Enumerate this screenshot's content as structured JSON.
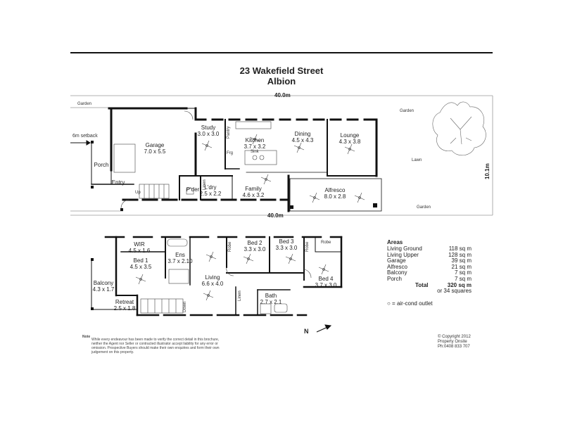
{
  "header": {
    "line1": "23 Wakefield Street",
    "line2": "Albion"
  },
  "ground": {
    "frontage_top": "40.0m",
    "frontage_bottom": "40.0m",
    "side_width": "10.1m",
    "setback": "6m setback",
    "outdoor": {
      "garden_left": "Garden",
      "garden_right": "Garden",
      "lawn": "Lawn",
      "garden_bottom": "Garden"
    },
    "rooms": [
      {
        "name": "Garage",
        "dims": "7.0 x 5.5"
      },
      {
        "name": "Study",
        "dims": "3.0 x 3.0"
      },
      {
        "name": "Kitchen",
        "dims": "3.7 x 3.2"
      },
      {
        "name": "Dining",
        "dims": "4.5 x 4.3"
      },
      {
        "name": "Lounge",
        "dims": "4.3 x 3.8"
      },
      {
        "name": "Porch",
        "dims": ""
      },
      {
        "name": "Entry",
        "dims": ""
      },
      {
        "name": "P'der",
        "dims": ""
      },
      {
        "name": "L'dry",
        "dims": "2.5 x 2.2"
      },
      {
        "name": "Family",
        "dims": "4.6 x 3.2"
      },
      {
        "name": "Alfresco",
        "dims": "8.0 x 2.8"
      }
    ],
    "fixtures": {
      "pantry": "Pantry",
      "fridge": "Frg",
      "sink": "Sink",
      "linen": "Linen",
      "up": "Up"
    }
  },
  "upper": {
    "rooms": [
      {
        "name": "WIR",
        "dims": "4.5 x 1.6"
      },
      {
        "name": "Bed 1",
        "dims": "4.5 x 3.5"
      },
      {
        "name": "Ens",
        "dims": "3.7 x 2.10"
      },
      {
        "name": "Living",
        "dims": "6.6 x 4.0"
      },
      {
        "name": "Bed 2",
        "dims": "3.3 x 3.0"
      },
      {
        "name": "Bed 3",
        "dims": "3.3 x 3.0"
      },
      {
        "name": "Bed 4",
        "dims": "3.7 x 3.0"
      },
      {
        "name": "Balcony",
        "dims": "4.3 x 1.7"
      },
      {
        "name": "Retreat",
        "dims": "2.5 x 1.8"
      },
      {
        "name": "Bath",
        "dims": "2.7 x 2.1"
      }
    ],
    "fixtures": {
      "robe1": "Robe",
      "robe2": "Robe",
      "robe3": "Robe",
      "linen": "Linen",
      "down": "Down"
    }
  },
  "areas": {
    "heading": "Areas",
    "rows": [
      {
        "label": "Living Ground",
        "value": "118 sq m"
      },
      {
        "label": "Living Upper",
        "value": "128 sq m"
      },
      {
        "label": "Garage",
        "value": "39 sq m"
      },
      {
        "label": "Alfresco",
        "value": "21 sq m"
      },
      {
        "label": "Balcony",
        "value": "7 sq m"
      },
      {
        "label": "Porch",
        "value": "7 sq m"
      }
    ],
    "total_label": "Total",
    "total_value": "320 sq m",
    "squares": "or 34 squares",
    "legend": "○ = air-cond outlet"
  },
  "compass": "N",
  "note": {
    "label": "Note",
    "text": "While every endeavour has been made to verify the correct detail in this brochure, neither the Agent nor Seller or contracted illustrator accept liability for any error or omission. Prospective Buyers should make their own enquiries and form their own judgement on this property."
  },
  "copyright": {
    "line1": "© Copyright 2012",
    "line2": "Property Onsite",
    "line3": "Ph:0408 833 707"
  }
}
